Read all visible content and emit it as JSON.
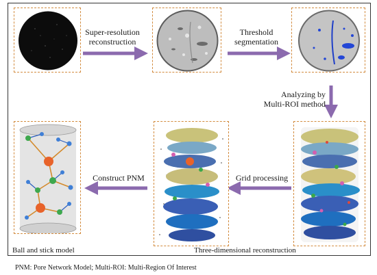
{
  "steps": {
    "super_resolution": [
      "Super-resolution",
      "reconstruction"
    ],
    "threshold": [
      "Threshold",
      "segmentation"
    ],
    "multi_roi": [
      "Analyzing by",
      "Multi-ROI method"
    ],
    "grid": "Grid processing",
    "construct": "Construct PNM"
  },
  "captions": {
    "ball_stick": "Ball and stick model",
    "three_d": "Three-dimensional reconstruction"
  },
  "footnote": "PNM: Pore Network Model; Multi-ROI: Multi-Region Of Interest",
  "colors": {
    "arrow": "#8b6aae",
    "panel_border": "#d28a3c"
  }
}
